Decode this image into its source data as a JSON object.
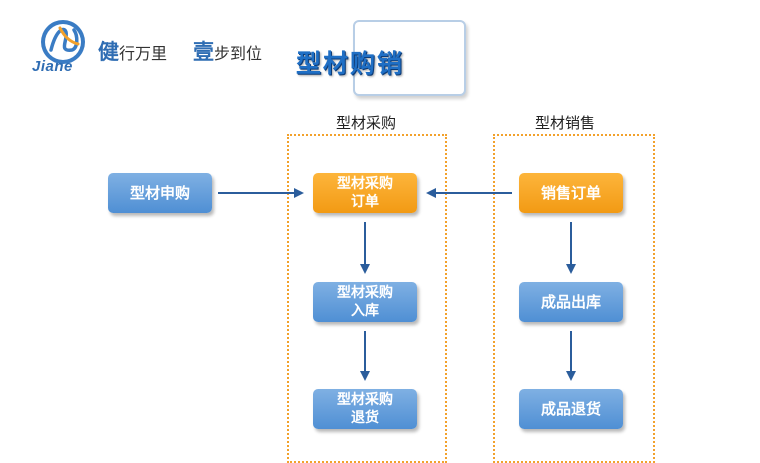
{
  "header": {
    "logo_text": "Jiane",
    "slogan_1_big": "健",
    "slogan_1_rest": "行万里",
    "slogan_2_big": "壹",
    "slogan_2_rest": "步到位",
    "page_title": "型材购销"
  },
  "groups": {
    "purchase_label": "型材采购",
    "sales_label": "型材销售"
  },
  "nodes": {
    "request": "型材申购",
    "purchase_order": "型材采购\n订单",
    "purchase_in": "型材采购\n入库",
    "purchase_return": "型材采购\n退货",
    "sales_order": "销售订单",
    "stock_out": "成品出库",
    "sales_return": "成品退货"
  },
  "colors": {
    "blue_node": "#5a97d8",
    "orange_node": "#f4a020",
    "arrow": "#2b5d9c",
    "group_border": "#f2a12c"
  }
}
